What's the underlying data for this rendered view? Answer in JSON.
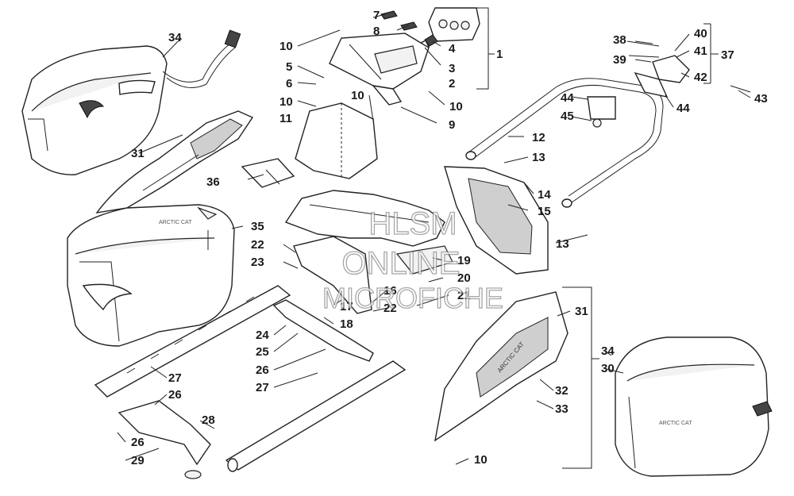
{
  "watermark": {
    "line1": "HLSM",
    "line2": "ONLINE",
    "line3": "MICROFICHE"
  },
  "brand_text": {
    "bag_left": "ARCTIC CAT",
    "panel": "ARCTIC CAT",
    "bag_right": "ARCTIC CAT"
  },
  "callouts": {
    "c1": "1",
    "c2": "2",
    "c3": "3",
    "c4": "4",
    "c5": "5",
    "c6": "6",
    "c7": "7",
    "c8": "8",
    "c9": "9",
    "c10a": "10",
    "c10b": "10",
    "c10c": "10",
    "c10d": "10",
    "c10e": "10",
    "c11": "11",
    "c12": "12",
    "c13a": "13",
    "c13b": "13",
    "c14": "14",
    "c15": "15",
    "c16": "16",
    "c17": "17",
    "c18": "18",
    "c19": "19",
    "c20": "20",
    "c21": "21",
    "c22a": "22",
    "c22b": "22",
    "c23": "23",
    "c24": "24",
    "c25": "25",
    "c26a": "26",
    "c26b": "26",
    "c26c": "26",
    "c27a": "27",
    "c27b": "27",
    "c28": "28",
    "c29": "29",
    "c30": "30",
    "c31a": "31",
    "c31b": "31",
    "c32": "32",
    "c33": "33",
    "c34a": "34",
    "c34b": "34",
    "c35": "35",
    "c36": "36",
    "c37": "37",
    "c38": "38",
    "c39": "39",
    "c40": "40",
    "c41": "41",
    "c42": "42",
    "c43": "43",
    "c44a": "44",
    "c44b": "44",
    "c45": "45"
  }
}
